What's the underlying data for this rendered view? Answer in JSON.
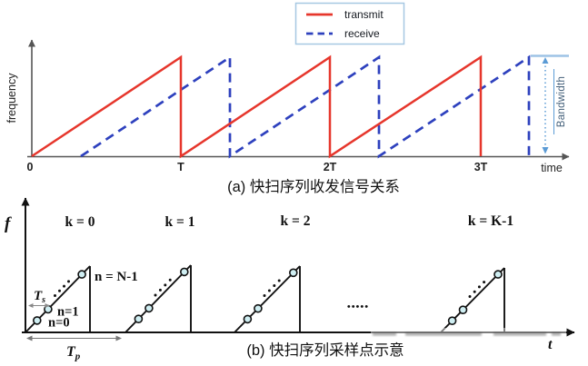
{
  "panel_a": {
    "caption": "(a) 快扫序列收发信号关系",
    "legend": {
      "transmit_label": "transmit",
      "receive_label": "receive"
    },
    "y_axis_label": "frequency",
    "x_axis_label": "time",
    "x_ticks": [
      "0",
      "T",
      "2T",
      "3T"
    ],
    "bandwidth_label": "Bandwidth",
    "colors": {
      "transmit": "#e6362c",
      "receive": "#2e41be",
      "bandwidth_annotation": "#5b9bd5"
    }
  },
  "panel_b": {
    "caption": "(b) 快扫序列采样点示意",
    "y_axis_label": "f",
    "x_axis_label": "t",
    "chirp_labels": [
      "k = 0",
      "k = 1",
      "k = 2",
      "k = K-1"
    ],
    "sample_labels": {
      "first": "n=0",
      "second": "n=1",
      "last": "n = N-1"
    },
    "sample_interval": {
      "base": "T",
      "sub": "s"
    },
    "sweep_period": {
      "base": "T",
      "sub": "p"
    },
    "ellipsis": "•••••"
  }
}
